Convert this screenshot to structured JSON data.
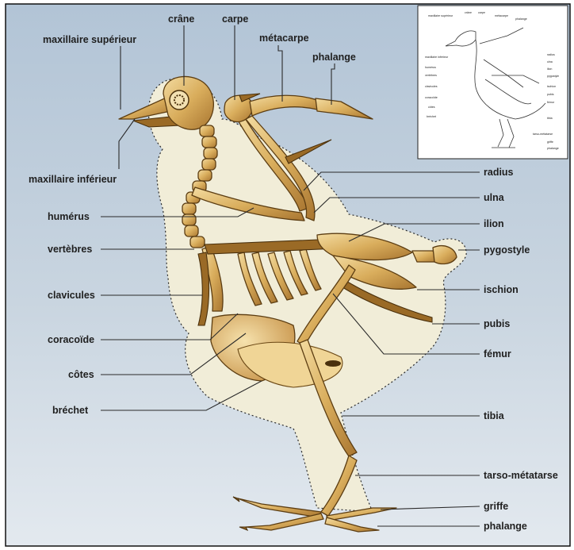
{
  "diagram": {
    "labels_left": [
      {
        "key": "maxillaire_superieur",
        "text": "maxillaire supérieur"
      },
      {
        "key": "maxillaire_inferieur",
        "text": "maxillaire  inférieur"
      },
      {
        "key": "humerus",
        "text": "humérus"
      },
      {
        "key": "vertebres",
        "text": "vertèbres"
      },
      {
        "key": "clavicules",
        "text": "clavicules"
      },
      {
        "key": "coracoide",
        "text": "coracoïde"
      },
      {
        "key": "cotes",
        "text": "côtes"
      },
      {
        "key": "brechet",
        "text": "bréchet"
      }
    ],
    "labels_top": [
      {
        "key": "crane",
        "text": "crâne"
      },
      {
        "key": "carpe",
        "text": "carpe"
      },
      {
        "key": "metacarpe",
        "text": "métacarpe"
      },
      {
        "key": "phalange_top",
        "text": "phalange"
      }
    ],
    "labels_right": [
      {
        "key": "radius",
        "text": "radius"
      },
      {
        "key": "ulna",
        "text": "ulna"
      },
      {
        "key": "ilion",
        "text": "ilion"
      },
      {
        "key": "pygostyle",
        "text": "pygostyle"
      },
      {
        "key": "ischion",
        "text": "ischion"
      },
      {
        "key": "pubis",
        "text": "pubis"
      },
      {
        "key": "femur",
        "text": "fémur"
      },
      {
        "key": "tibia",
        "text": "tibia"
      },
      {
        "key": "tarso",
        "text": "tarso-métatarse"
      },
      {
        "key": "griffe",
        "text": "griffe"
      },
      {
        "key": "phalange_bottom",
        "text": "phalange"
      }
    ],
    "inset": {
      "labels_top": [
        "maxillaire supérieur",
        "crâne",
        "carpe",
        "métacarpe",
        "phalange"
      ],
      "labels_left": [
        "maxillaire inférieur",
        "humérus",
        "vertèbres",
        "clavicules",
        "coracoïde",
        "côtes",
        "bréchet"
      ],
      "labels_right": [
        "radius",
        "ulna",
        "ilion",
        "pygostyle",
        "ischion",
        "pubis",
        "fémur",
        "tibia",
        "tarso-métatarse",
        "griffe",
        "phalange"
      ]
    }
  }
}
